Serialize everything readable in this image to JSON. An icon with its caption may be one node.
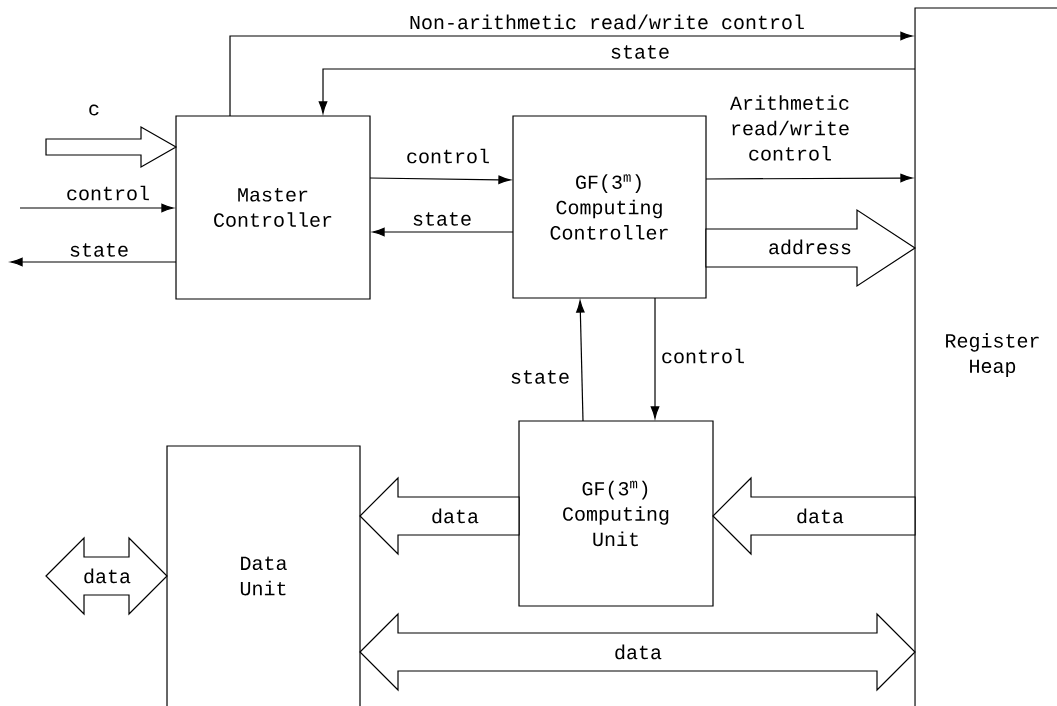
{
  "diagram": {
    "nodes": [
      {
        "text": [
          "Master Controller"
        ]
      },
      {
        "text": [
          "GF(3$^{m}$) Computing Controller"
        ]
      },
      {
        "text": [
          "Register Heap"
        ]
      },
      {
        "text": [
          "GF(3$^{m}$) Computing Unit"
        ]
      },
      {
        "text": [
          "Data Unit"
        ]
      }
    ],
    "edges": [
      {
        "from": 0,
        "to": 2,
        "arrow": "to",
        "label": "Non-arithmetic read/write control"
      },
      {
        "from": 2,
        "to": 0,
        "arrow": "to",
        "label": "state"
      },
      {
        "from": null,
        "to": 0,
        "arrow": "to",
        "label": "c",
        "style": "thick"
      },
      {
        "from": null,
        "to": 0,
        "arrow": "to",
        "label": "control"
      },
      {
        "from": 0,
        "to": null,
        "arrow": "to",
        "label": "state"
      },
      {
        "from": 0,
        "to": 1,
        "arrow": "to",
        "label": "control"
      },
      {
        "from": 1,
        "to": 0,
        "arrow": "to",
        "label": "state"
      },
      {
        "from": 1,
        "to": 2,
        "arrow": "to",
        "label": "Arithmetic read/write control"
      },
      {
        "from": 1,
        "to": 2,
        "arrow": "to",
        "label": "address",
        "style": "thick"
      },
      {
        "from": 3,
        "to": 1,
        "arrow": "to",
        "label": "state"
      },
      {
        "from": 1,
        "to": 3,
        "arrow": "to",
        "label": "control"
      },
      {
        "from": 3,
        "to": 4,
        "arrow": "to",
        "label": "data",
        "style": "thick"
      },
      {
        "from": 2,
        "to": 3,
        "arrow": "to",
        "label": "data",
        "style": "thick"
      },
      {
        "from": null,
        "to": 4,
        "arrow": "both",
        "label": "data",
        "style": "thick"
      },
      {
        "from": 4,
        "to": 2,
        "arrow": "both",
        "label": "data",
        "style": "thick"
      }
    ]
  }
}
